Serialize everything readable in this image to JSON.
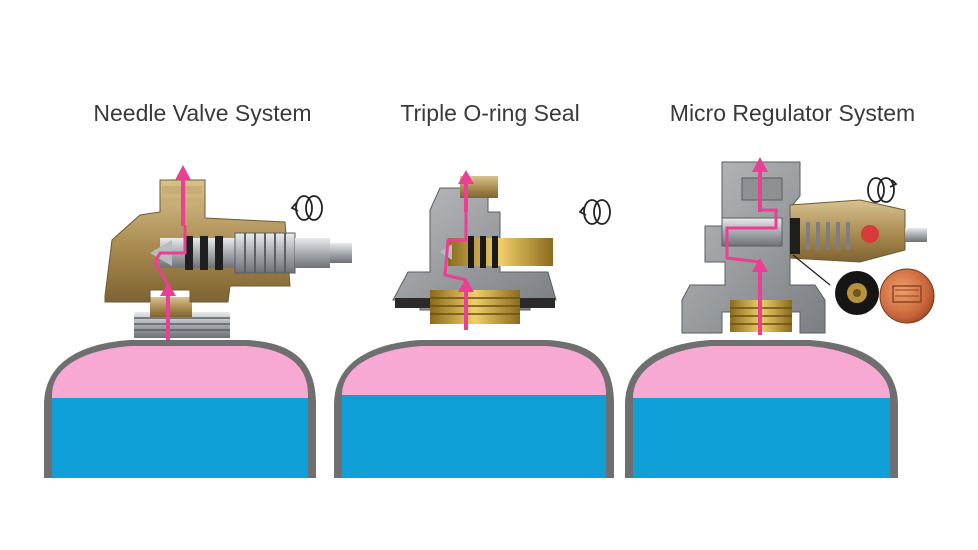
{
  "panels": [
    {
      "title": "Needle Valve System"
    },
    {
      "title": "Triple O-ring Seal"
    },
    {
      "title": "Micro Regulator System"
    }
  ],
  "colors": {
    "gas_fill": "#f7a9d3",
    "liquid_fill": "#0fa0d8",
    "flow_arrow": "#ec3f93",
    "brass": "#b79a63",
    "steel": "#a9adb1",
    "cylinder_wall": "#6f6f6f"
  },
  "icons": [
    "rotation-arrow-icon",
    "upward-flow-arrow-icon",
    "coin-image",
    "diaphragm-disc-image"
  ]
}
